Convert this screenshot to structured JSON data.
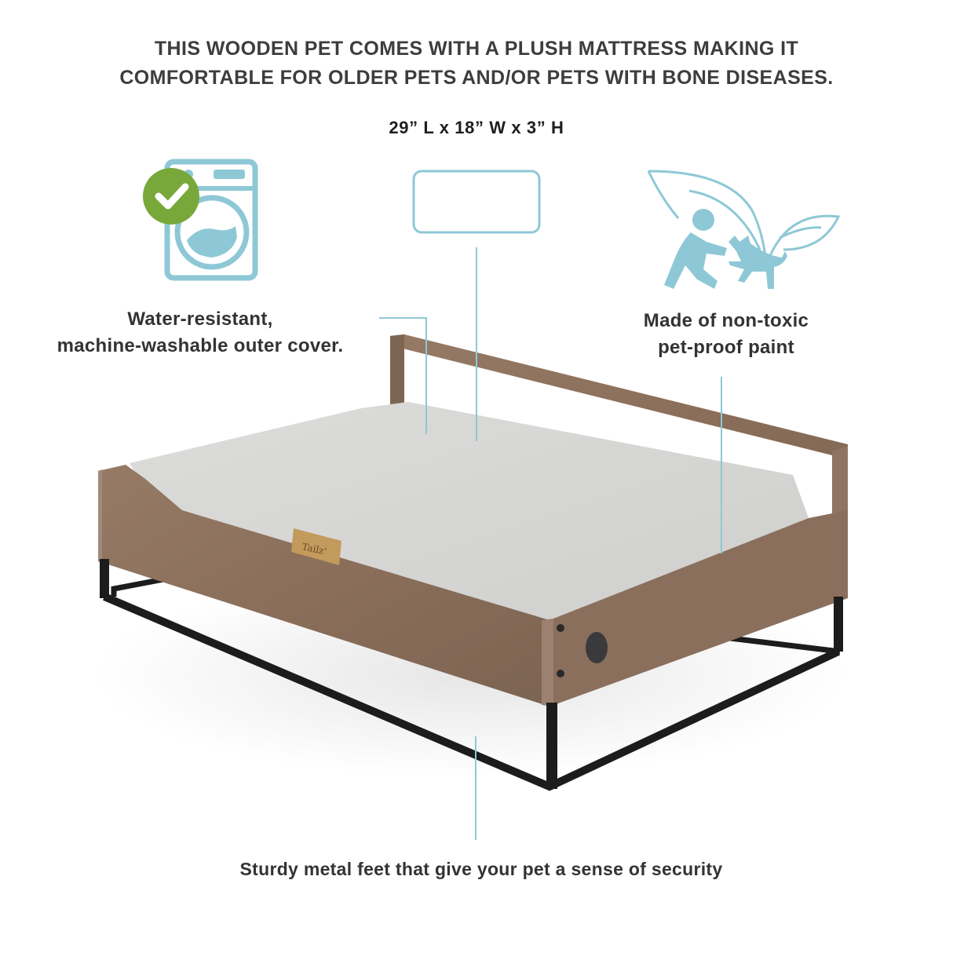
{
  "headline": {
    "line1": "THIS WOODEN PET COMES WITH A PLUSH MATTRESS MAKING IT",
    "line2": "COMFORTABLE FOR OLDER PETS AND/OR PETS WITH BONE DISEASES."
  },
  "dimensions": "29” L x 18” W x 3” H",
  "features": {
    "left": {
      "line1": "Water-resistant,",
      "line2": "machine-washable outer cover.",
      "icon": "washing-machine-check-icon"
    },
    "center": {
      "icon": "rounded-rectangle-mattress-icon"
    },
    "right": {
      "line1": "Made of non-toxic",
      "line2": "pet-proof paint",
      "icon": "person-dog-leaf-icon"
    },
    "bottom": {
      "text": "Sturdy metal feet that give your pet a sense of security"
    }
  },
  "product": {
    "label_tag": "Tailz'",
    "wood_color": "#8a6f5c",
    "mattress_color": "#d4d4d2",
    "mattress_base_color": "#2e2e2f",
    "frame_color": "#1c1c1c"
  },
  "colors": {
    "accent": "#8ec8d6",
    "check_green": "#78a83a",
    "text": "#3d3d3f"
  }
}
